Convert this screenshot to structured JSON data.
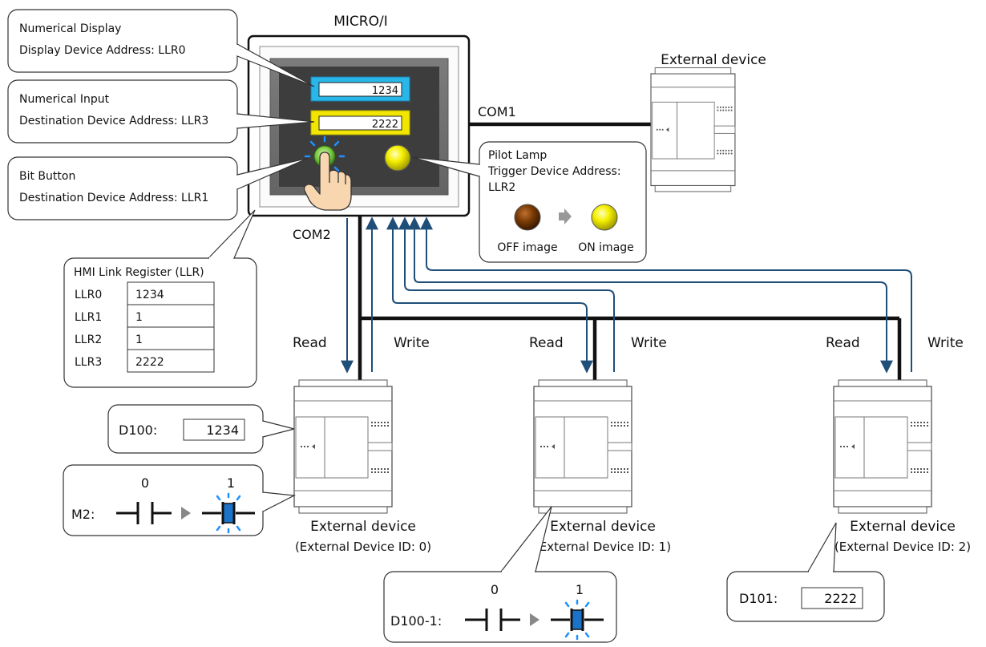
{
  "hmi": {
    "title": "MICRO/I",
    "display_value": "1234",
    "input_value": "2222"
  },
  "ports": {
    "com1": "COM1",
    "com2": "COM2"
  },
  "callouts": {
    "numerical_display": {
      "line1": "Numerical Display",
      "line2": "Display Device Address: LLR0"
    },
    "numerical_input": {
      "line1": "Numerical Input",
      "line2": "Destination Device Address: LLR3"
    },
    "bit_button": {
      "line1": "Bit Button",
      "line2": "Destination Device Address: LLR1"
    },
    "pilot_lamp": {
      "line1": "Pilot Lamp",
      "line2": "Trigger Device Address:",
      "line3": "LLR2",
      "off_label": "OFF image",
      "on_label": "ON image"
    }
  },
  "llr_table": {
    "title": "HMI Link Register (LLR)",
    "rows": [
      {
        "name": "LLR0",
        "value": "1234"
      },
      {
        "name": "LLR1",
        "value": "1"
      },
      {
        "name": "LLR2",
        "value": "1"
      },
      {
        "name": "LLR3",
        "value": "2222"
      }
    ]
  },
  "top_device_label": "External device",
  "devices": [
    {
      "label": "External device",
      "id_label": "(External Device ID: 0)",
      "read": "Read",
      "write": "Write"
    },
    {
      "label": "External device",
      "id_label": "(External Device ID: 1)",
      "read": "Read",
      "write": "Write"
    },
    {
      "label": "External device",
      "id_label": "(External Device ID: 2)",
      "read": "Read",
      "write": "Write"
    }
  ],
  "d100_box": {
    "label": "D100:",
    "value": "1234"
  },
  "m2_box": {
    "label": "M2:",
    "state_off": "0",
    "state_on": "1"
  },
  "d100_1_box": {
    "label": "D100-1:",
    "state_off": "0",
    "state_on": "1"
  },
  "d101_box": {
    "label": "D101:",
    "value": "2222"
  },
  "colors": {
    "arrow_blue": "#1f4e79",
    "display_cyan": "#29b6e8",
    "input_yellow": "#f2e600",
    "lamp_on": "#f5f000",
    "lamp_off": "#7a3b05",
    "button_green": "#7ac943",
    "coil_blue": "#1a73c8"
  }
}
